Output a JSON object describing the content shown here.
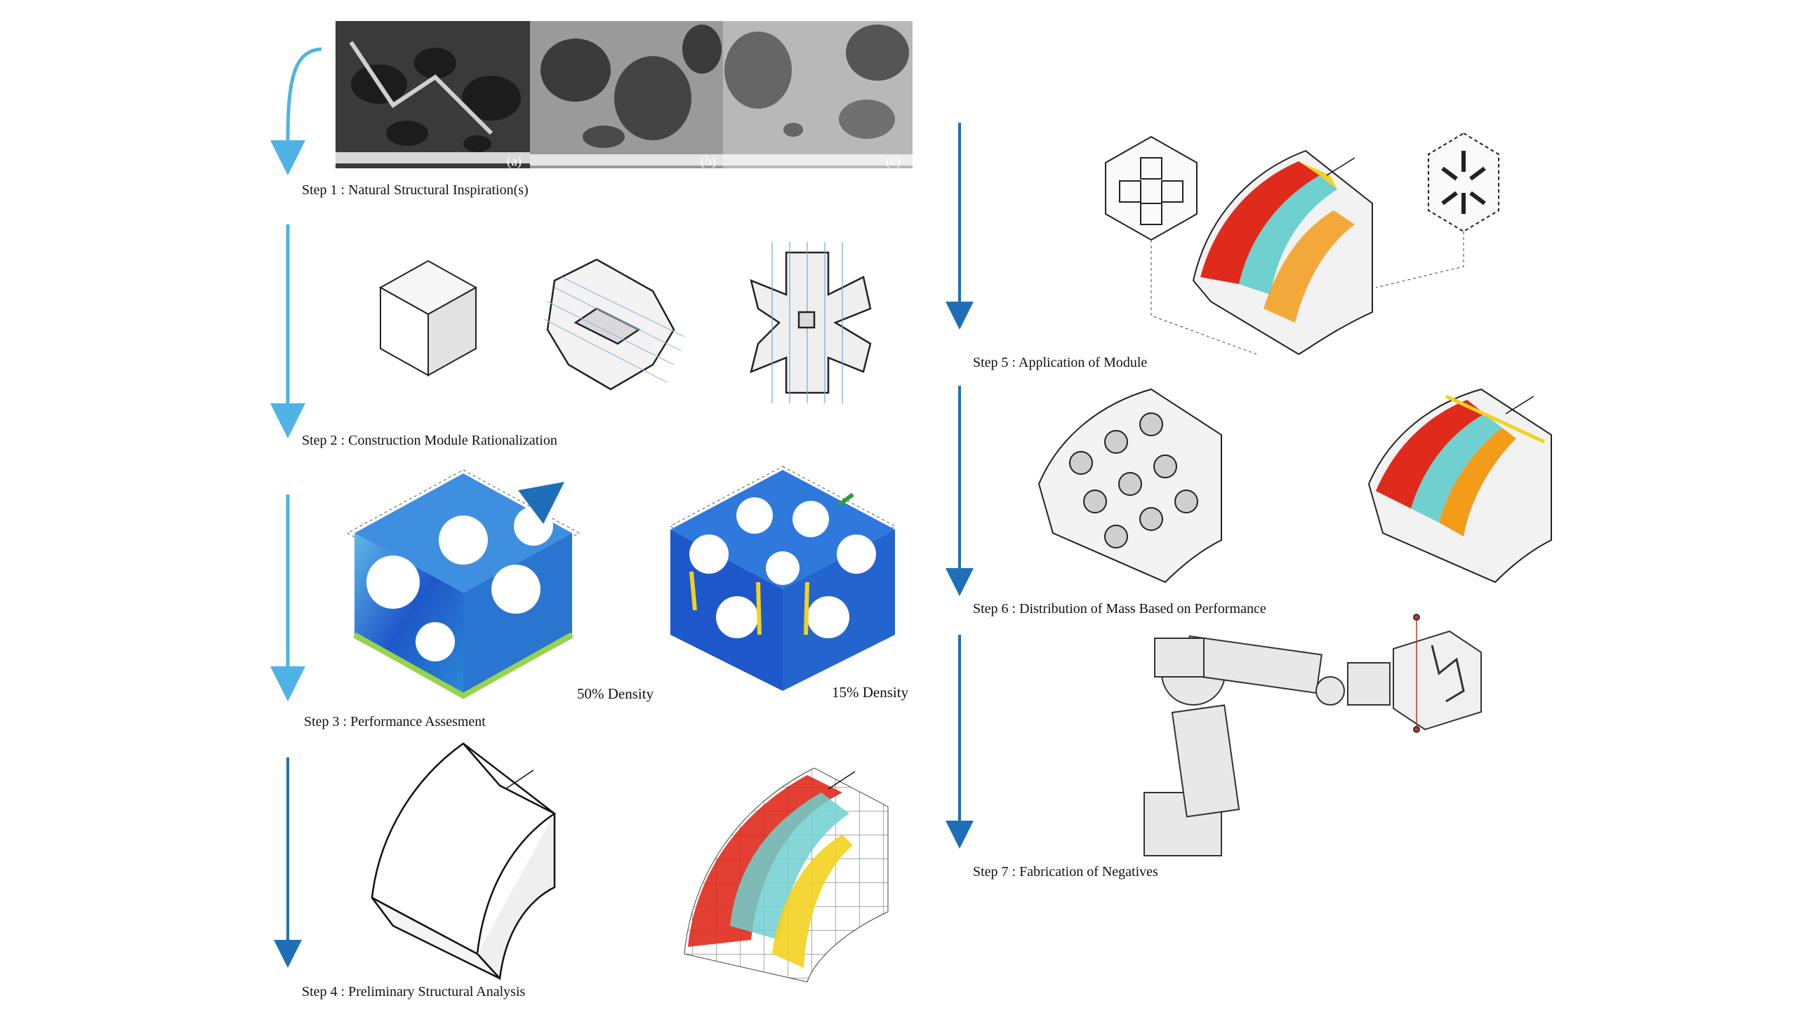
{
  "steps": [
    {
      "label": "Step 1 : Natural Structural Inspiration(s)"
    },
    {
      "label": "Step 2 : Construction Module Rationalization"
    },
    {
      "label": "Step 3 : Performance Assesment"
    },
    {
      "label": "Step 4 : Preliminary Structural Analysis"
    },
    {
      "label": "Step 5 : Application of Module"
    },
    {
      "label": "Step 6 : Distribution of Mass Based on Performance"
    },
    {
      "label": "Step 7 : Fabrication of Negatives"
    }
  ],
  "photo_tags": [
    "(a)",
    "(b)",
    "(c)"
  ],
  "density_labels": [
    "50% Density",
    "15% Density"
  ],
  "colors": {
    "arrow_light": "#4fb3e6",
    "arrow_dark": "#1f6fb8",
    "stress_red": "#e02a1c",
    "stress_yellow": "#f3d21f",
    "stress_cyan": "#6fd0cf",
    "fea_blue": "#1e57c9"
  }
}
